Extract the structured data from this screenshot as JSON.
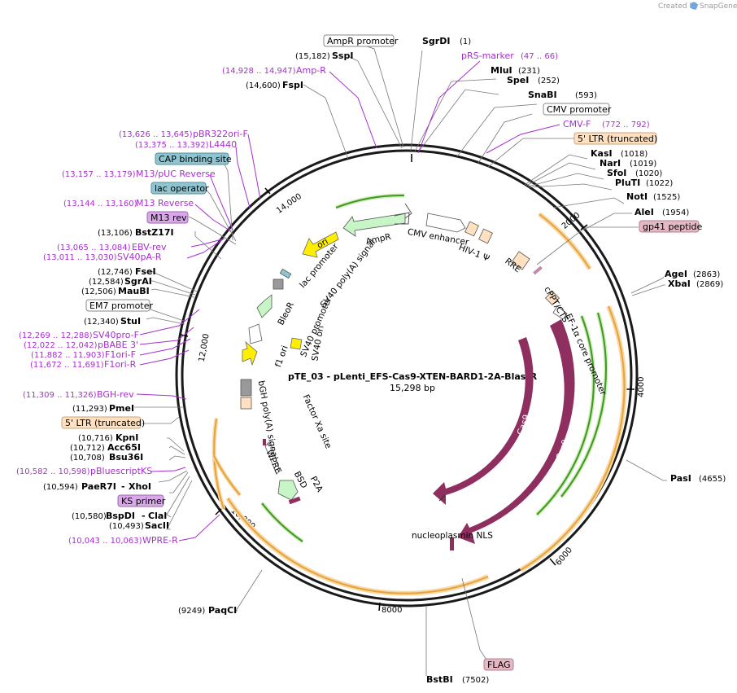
{
  "credit": {
    "prefix": "Created by",
    "brand": "SnapGene"
  },
  "plasmid": {
    "name": "pTE_03 - pLenti_EFS-Cas9-XTEN-BARD1-2A-BlastR",
    "size": "15,298 bp"
  },
  "ticks": [
    "2000",
    "4000",
    "6000",
    "8000",
    "10,000",
    "12,000",
    "14,000"
  ],
  "sites": [
    {
      "name": "SgrDI",
      "pos": "(1)"
    },
    {
      "name": "MluI",
      "pos": "(231)"
    },
    {
      "name": "SpeI",
      "pos": "(252)"
    },
    {
      "name": "SnaBI",
      "pos": "(593)"
    },
    {
      "name": "KasI",
      "pos": "(1018)"
    },
    {
      "name": "NarI",
      "pos": "(1019)"
    },
    {
      "name": "SfoI",
      "pos": "(1020)"
    },
    {
      "name": "PluTI",
      "pos": "(1022)"
    },
    {
      "name": "NotI",
      "pos": "(1525)"
    },
    {
      "name": "AleI",
      "pos": "(1954)"
    },
    {
      "name": "AgeI",
      "pos": "(2863)"
    },
    {
      "name": "XbaI",
      "pos": "(2869)"
    },
    {
      "name": "PasI",
      "pos": "(4655)"
    },
    {
      "name": "BstBI",
      "pos": "(7502)"
    },
    {
      "name": "PaqCI",
      "pos": "(9249)"
    },
    {
      "name": "SacII",
      "pos": "(10,493)"
    },
    {
      "name": "BspDI",
      "pos": "(10,580)"
    },
    {
      "name": "ClaI",
      "pos": ""
    },
    {
      "name": "PaeR7I",
      "pos": "(10,594)"
    },
    {
      "name": "XhoI",
      "pos": ""
    },
    {
      "name": "Bsu36I",
      "pos": "(10,708)"
    },
    {
      "name": "Acc65I",
      "pos": "(10,712)"
    },
    {
      "name": "KpnI",
      "pos": "(10,716)"
    },
    {
      "name": "PmeI",
      "pos": "(11,293)"
    },
    {
      "name": "StuI",
      "pos": "(12,340)"
    },
    {
      "name": "MauBI",
      "pos": "(12,506)"
    },
    {
      "name": "SgrAI",
      "pos": "(12,584)"
    },
    {
      "name": "FseI",
      "pos": "(12,746)"
    },
    {
      "name": "BstZ17I",
      "pos": "(13,106)"
    },
    {
      "name": "FspI",
      "pos": "(14,600)"
    },
    {
      "name": "SspI",
      "pos": "(15,182)"
    }
  ],
  "primers": [
    {
      "name": "pRS-marker",
      "range": "(47 .. 66)"
    },
    {
      "name": "CMV-F",
      "range": "(772 .. 792)"
    },
    {
      "name": "Amp-R",
      "range": "(14,928 .. 14,947)"
    },
    {
      "name": "pBR322ori-F",
      "range": "(13,626 .. 13,645)"
    },
    {
      "name": "L4440",
      "range": "(13,375 .. 13,392)"
    },
    {
      "name": "M13/pUC Reverse",
      "range": "(13,157 .. 13,179)"
    },
    {
      "name": "M13 Reverse",
      "range": "(13,144 .. 13,160)"
    },
    {
      "name": "EBV-rev",
      "range": "(13,065 .. 13,084)"
    },
    {
      "name": "SV40pA-R",
      "range": "(13,011 .. 13,030)"
    },
    {
      "name": "SV40pro-F",
      "range": "(12,269 .. 12,288)"
    },
    {
      "name": "pBABE 3'",
      "range": "(12,022 .. 12,042)"
    },
    {
      "name": "F1ori-F",
      "range": "(11,882 .. 11,903)"
    },
    {
      "name": "F1ori-R",
      "range": "(11,672 .. 11,691)"
    },
    {
      "name": "BGH-rev",
      "range": "(11,309 .. 11,326)"
    },
    {
      "name": "pBluescriptKS",
      "range": "(10,582 .. 10,598)"
    },
    {
      "name": "WPRE-R",
      "range": "(10,043 .. 10,063)"
    }
  ],
  "boxes": [
    {
      "name": "AmpR promoter"
    },
    {
      "name": "CMV promoter"
    },
    {
      "name": "5' LTR (truncated)"
    },
    {
      "name": "gp41 peptide"
    },
    {
      "name": "CAP binding site"
    },
    {
      "name": "lac operator"
    },
    {
      "name": "M13 rev"
    },
    {
      "name": "EM7 promoter"
    },
    {
      "name": "5' LTR (truncated)"
    },
    {
      "name": "KS primer"
    },
    {
      "name": "FLAG"
    }
  ],
  "features": [
    "AmpR",
    "CMV enhancer",
    "HIV-1 Ψ",
    "RRE",
    "cPPT/CTS",
    "EF-1α core promoter",
    "lac promoter",
    "SV40 poly(A) signal",
    "ori",
    "BleoR",
    "f1 ori",
    "SV40 promoter",
    "SV40 ori",
    "bGH poly(A) signal",
    "Factor Xa site",
    "WPRE",
    "BSD",
    "P2A",
    "Cas9",
    "Cas9",
    "nucleoplasmin NLS"
  ],
  "colors": {
    "primer": "#a62fd0",
    "cas9": "#8e2f5f",
    "ltr": "#ffe0c0",
    "gp41": "#e6b8c4",
    "cap": "#8ec5d0",
    "m13": "#d8a8e8",
    "yellow": "#ffee00",
    "green": "#5ab034",
    "orange_arc": "#e8a23a"
  }
}
